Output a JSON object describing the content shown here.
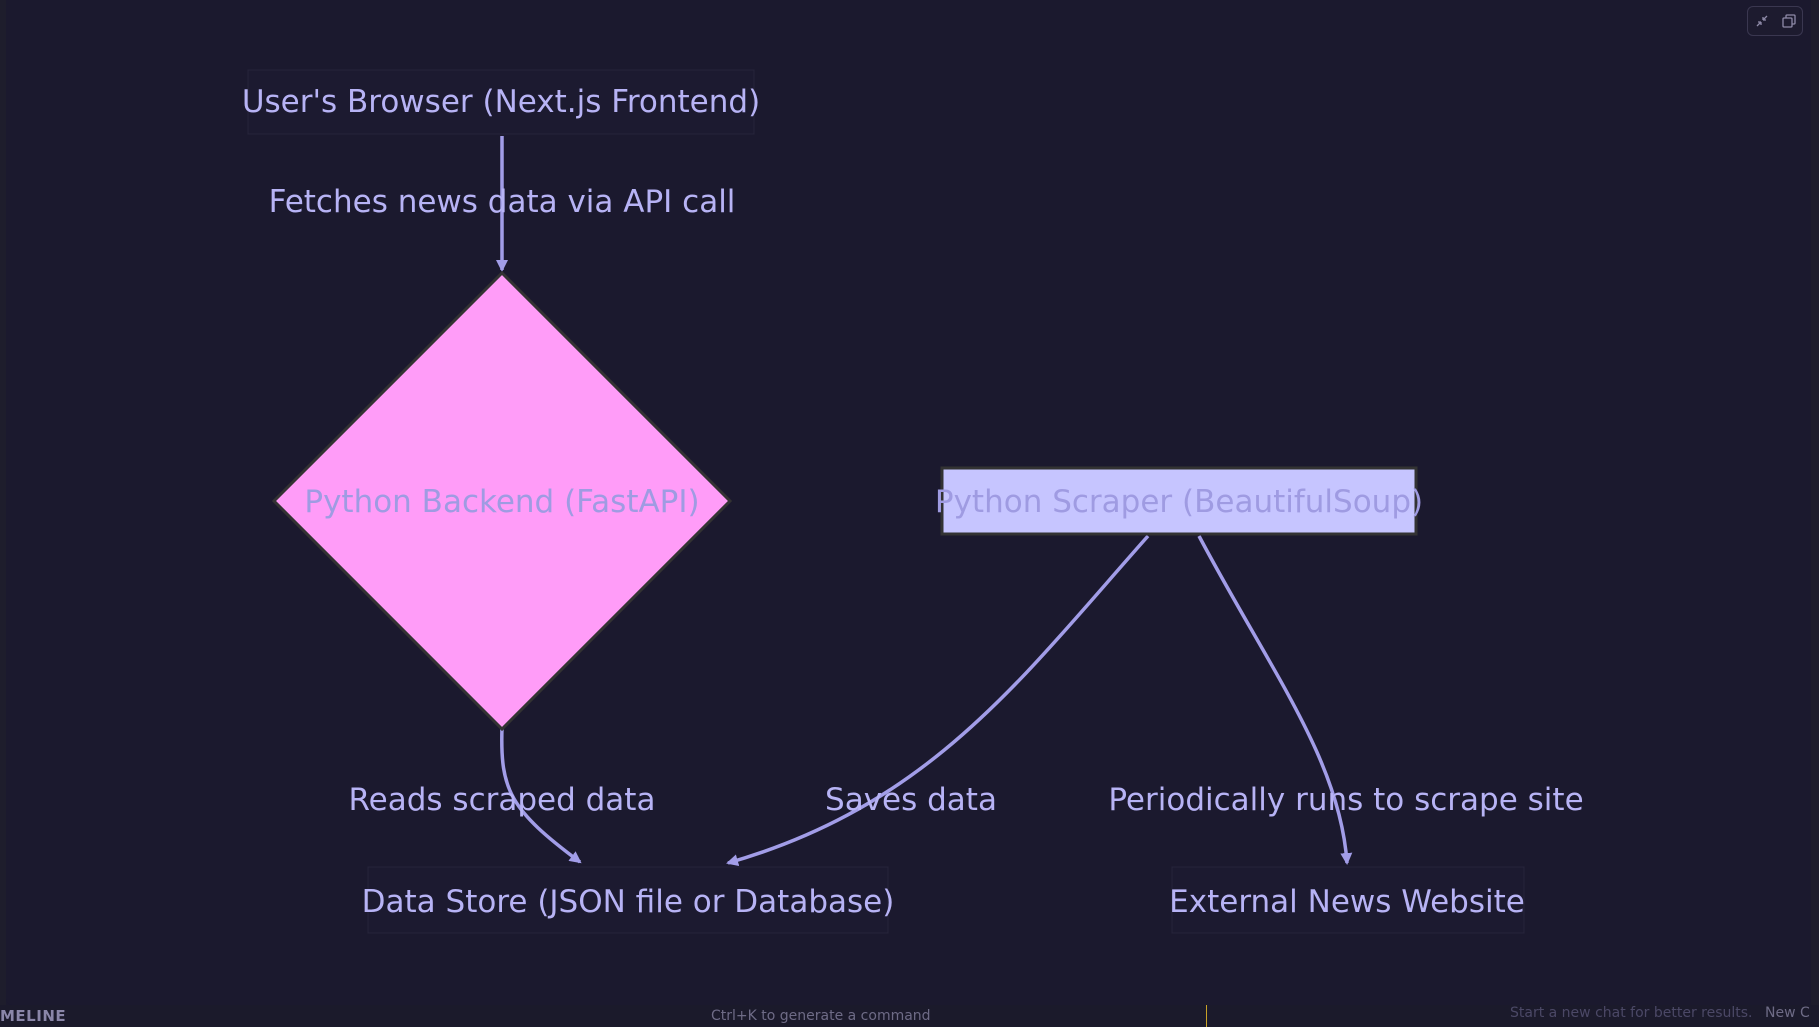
{
  "diagram": {
    "nodes": {
      "browser": "User's Browser (Next.js Frontend)",
      "backend": "Python Backend (FastAPI)",
      "scraper": "Python Scraper (BeautifulSoup)",
      "datastore": "Data Store (JSON file or Database)",
      "external": "External News Website"
    },
    "edges": {
      "browser_backend": "Fetches news data via API call",
      "backend_datastore": "Reads scraped data",
      "scraper_datastore": "Saves data",
      "scraper_external": "Periodically runs to scrape site"
    },
    "colors": {
      "background": "#1b192e",
      "edge": "#a29de8",
      "diamond_fill": "#ff9cf8",
      "scraper_fill": "#c6c5ff",
      "text": "#b7b3f5"
    }
  },
  "panel": {
    "icons": [
      "collapse-icon",
      "copy-icon"
    ]
  },
  "statusbar": {
    "left": "MELINE",
    "center": "Ctrl+K to generate a command",
    "right": "Start a new chat for better results.",
    "right_link": "New C"
  }
}
